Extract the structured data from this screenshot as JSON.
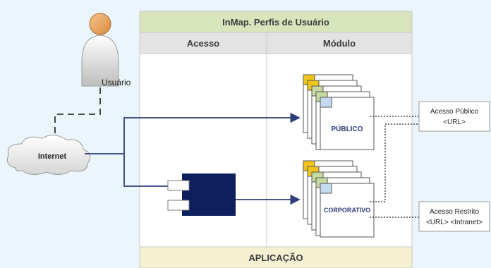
{
  "diagram": {
    "title": "InMap. Perfis de Usuário",
    "columns": {
      "acesso": "Acesso",
      "modulo": "Módulo"
    },
    "footer": "APLICAÇÃO",
    "user_label": "Usuário",
    "cloud_label": "Internet",
    "modules": {
      "public": "PÚBLICO",
      "corporate": "CORPORATIVO"
    },
    "callouts": {
      "public": {
        "line1": "Acesso Público",
        "line2": "<URL>"
      },
      "restricted": {
        "line1": "Acesso Restrito",
        "line2": "<URL> <Intranet>"
      }
    }
  },
  "colors": {
    "background": "#eaf6fb",
    "title_bar": "#d8e4bc",
    "column_header": "#e3e3e3",
    "footer": "#f5f0d2",
    "connector": "#2f3d7a",
    "component": "#0d1f5c",
    "folder_yellow": "#f0c419",
    "folder_green": "#c6d9a0",
    "folder_blue": "#c5d9f1"
  }
}
